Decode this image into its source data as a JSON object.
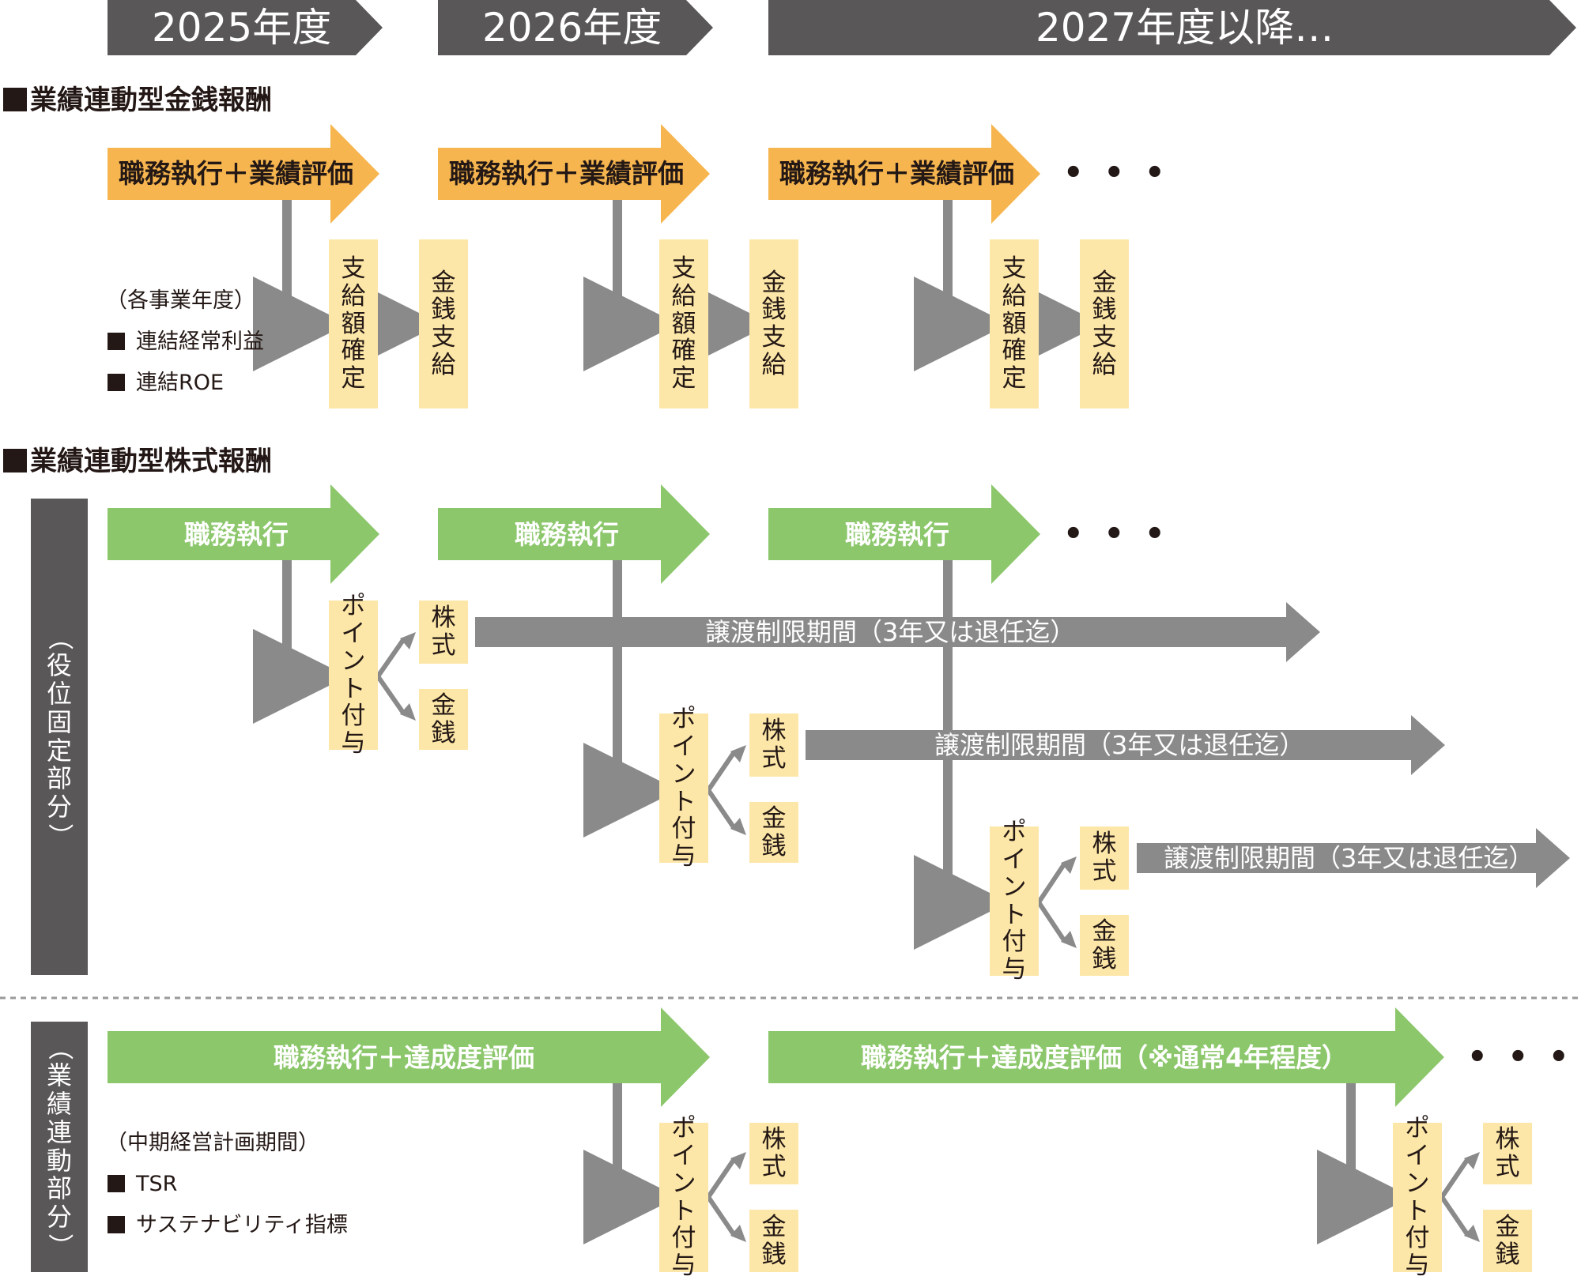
{
  "years": [
    "2025年度",
    "2026年度",
    "2027年度以降…"
  ],
  "sections": {
    "monetary": {
      "title": "業績連動型金銭報酬",
      "arrow_label": "職務執行＋業績評価",
      "box_confirm": [
        "支",
        "給",
        "額",
        "確",
        "定"
      ],
      "box_pay": [
        "金",
        "銭",
        "支",
        "給"
      ],
      "notes": {
        "header": "（各事業年度）",
        "items": [
          "連結経常利益",
          "連結ROE"
        ]
      },
      "ellipsis": "• • •"
    },
    "stock": {
      "title": "業績連動型株式報酬",
      "fixed_part": {
        "side_label": [
          "（",
          "役",
          "位",
          "固",
          "定",
          "部",
          "分",
          "）"
        ],
        "arrow_label": "職務執行",
        "box_points": [
          "ポ",
          "イ",
          "ン",
          "ト",
          "付",
          "与"
        ],
        "box_stock": [
          "株",
          "式"
        ],
        "box_cash": [
          "金",
          "銭"
        ],
        "restriction_label": "譲渡制限期間（3年又は退任迄）",
        "ellipsis": "• • •"
      },
      "performance_part": {
        "side_label": [
          "（",
          "業",
          "績",
          "連",
          "動",
          "部",
          "分",
          "）"
        ],
        "arrow1_label": "職務執行＋達成度評価",
        "arrow2_label": "職務執行＋達成度評価（※通常4年程度）",
        "box_points": [
          "ポ",
          "イ",
          "ン",
          "ト",
          "付",
          "与"
        ],
        "box_stock": [
          "株",
          "式"
        ],
        "box_cash": [
          "金",
          "銭"
        ],
        "notes": {
          "header": "（中期経営計画期間）",
          "items": [
            "TSR",
            "サステナビリティ指標"
          ]
        },
        "ellipsis": "• • •"
      }
    }
  },
  "colors": {
    "header_dark": "#595757",
    "orange": "#f6b54f",
    "green": "#8cc76c",
    "gray_connector": "#8a8a8a",
    "box_fill": "#fde7a8",
    "text": "#231815"
  }
}
